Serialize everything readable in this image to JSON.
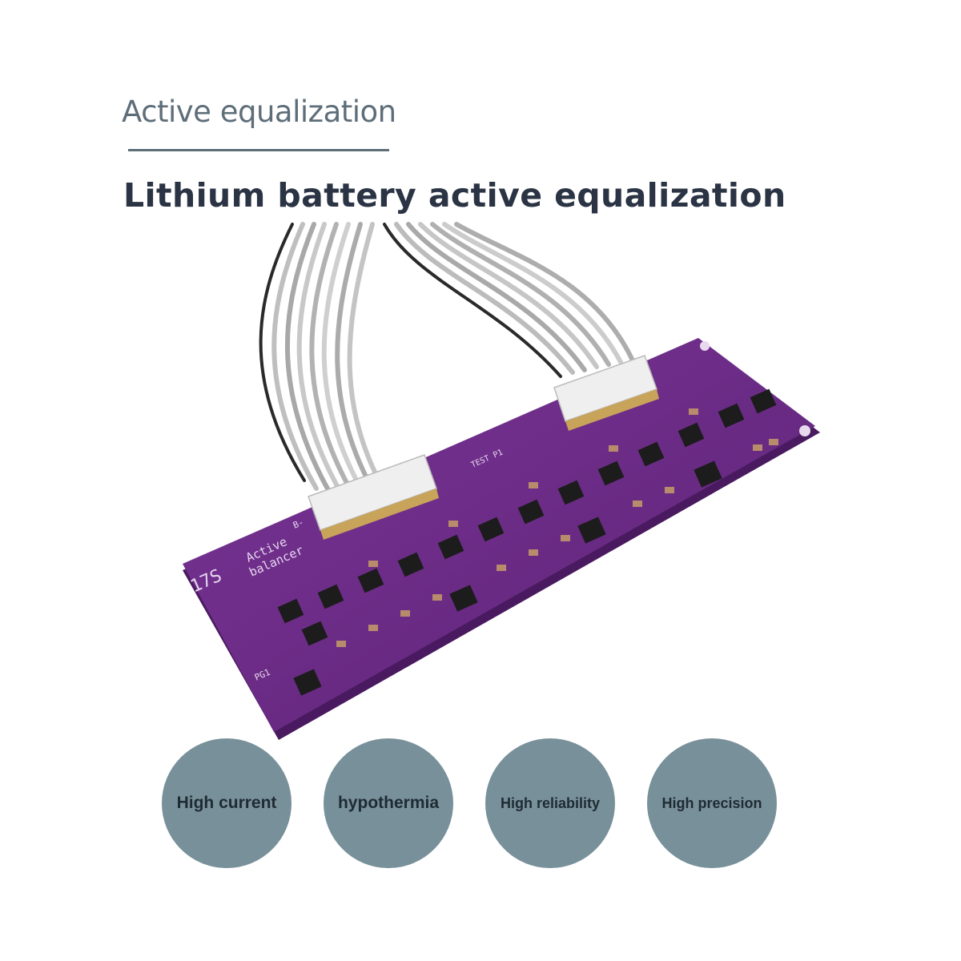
{
  "header": {
    "subtitle": "Active equalization",
    "title": "Lithium battery active equalization"
  },
  "product": {
    "board_model": "17S",
    "board_name_line1": "Active",
    "board_name_line2": "balancer",
    "connector_label_neg": "B-",
    "test_label": "TEST P1",
    "pg_label": "PG1"
  },
  "features": [
    {
      "label": "High current"
    },
    {
      "label": "hypothermia"
    },
    {
      "label": "High reliability"
    },
    {
      "label": "High precision"
    }
  ],
  "colors": {
    "heading_small": "#5e6e79",
    "heading_large": "#2b3444",
    "badge_fill": "#78909a",
    "badge_text": "#1f2b33",
    "pcb": "#6a2a86"
  }
}
